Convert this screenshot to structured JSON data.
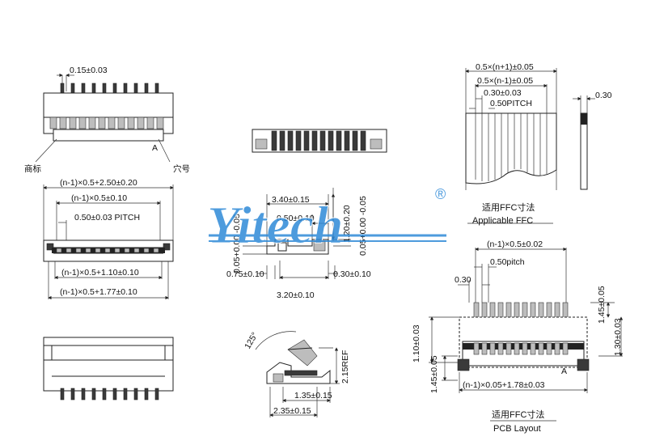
{
  "dims": {
    "pin_width": "0.15±0.03",
    "label_mark": "商标",
    "label_pin": "穴号",
    "label_a1": "A",
    "overall_a": "(n-1)×0.5+2.50±0.20",
    "pitch_range": "(n-1)×0.5±0.10",
    "pitch": "0.50±0.03 PITCH",
    "inner_width": "(n-1)×0.5+1.10±0.10",
    "outer_width": "(n-1)×0.5+1.77±0.10",
    "side_340": "3.40±0.15",
    "side_050": "0.50±0.10",
    "side_120": "1.20±0.20",
    "side_005a": "0.05+0.00 -0.05",
    "side_005b": "0.05+0.00 -0.05",
    "side_075": "0.75±0.10",
    "side_030": "0.30±0.10",
    "side_320": "3.20±0.10",
    "angle_125": "125°",
    "ref_215": "2.15REF",
    "act_135": "1.35±0.15",
    "act_235": "2.35±0.15",
    "ffc_total": "0.5×(n+1)±0.05",
    "ffc_span": "0.5×(n-1)±0.05",
    "ffc_030": "0.30±0.03",
    "ffc_pitch": "0.50PITCH",
    "ffc_thk": "0.30",
    "ffc_caption_cn": "适用FFC寸法",
    "ffc_caption_en": "Applicable FFC",
    "pcb_span": "(n-1)×0.5±0.02",
    "pcb_pitch": "0.50pitch",
    "pcb_030": "0.30",
    "pcb_145a": "1.45±0.05",
    "pcb_130": "1.30±0.03",
    "pcb_110": "1.10±0.03",
    "pcb_145b": "1.45±0.05",
    "pcb_total": "(n-1)×0.05+1.78±0.03",
    "pcb_label_a": "A",
    "pcb_caption_cn": "适用FFC寸法",
    "pcb_caption_en": "PCB Layout"
  },
  "watermark": {
    "text": "Yitech",
    "registered": "®"
  },
  "colors": {
    "watermark": "#2f8ad8",
    "line": "#222222",
    "fill_dark": "#3a3a3a"
  }
}
